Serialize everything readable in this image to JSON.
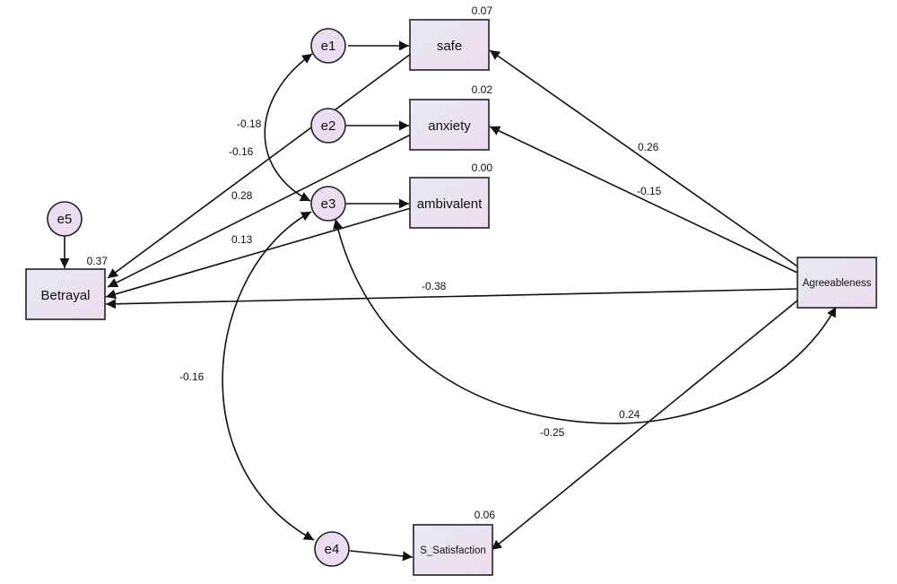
{
  "nodes": {
    "safe": {
      "label": "safe",
      "r2": "0.07"
    },
    "anxiety": {
      "label": "anxiety",
      "r2": "0.02"
    },
    "ambivalent": {
      "label": "ambivalent",
      "r2": "0.00"
    },
    "betrayal": {
      "label": "Betrayal",
      "r2": "0.37"
    },
    "agreeableness": {
      "label": "Agreeableness"
    },
    "s_satisfaction": {
      "label": "S_Satisfaction",
      "r2": "0.06"
    },
    "e1": {
      "label": "e1"
    },
    "e2": {
      "label": "e2"
    },
    "e3": {
      "label": "e3"
    },
    "e4": {
      "label": "e4"
    },
    "e5": {
      "label": "e5"
    }
  },
  "paths": {
    "agree_safe": "0.26",
    "agree_anxiety": "-0.15",
    "agree_betrayal": "-0.38",
    "agree_satisfaction": "-0.25",
    "safe_betrayal": "-0.16",
    "anxiety_betrayal": "0.28",
    "ambivalent_betrayal": "0.13",
    "e1_e3": "-0.18",
    "e3_agree": "0.24",
    "e3_e4": "-0.16"
  }
}
